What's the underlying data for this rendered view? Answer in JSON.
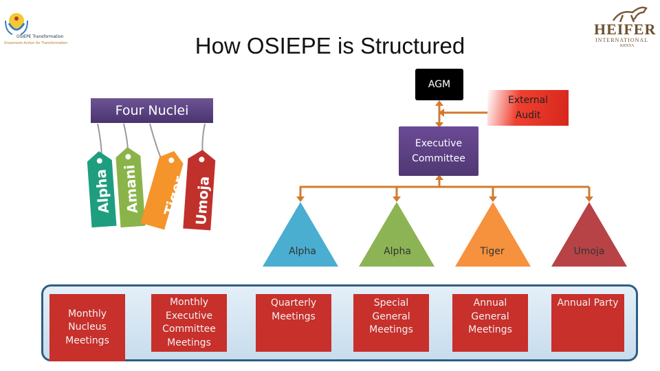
{
  "title": "How OSIEPE is Structured",
  "logos": {
    "left": {
      "name": "OSIEPE",
      "line1": "OSIEPE Transformation",
      "line2": "Grassroots Action for Transformation"
    },
    "right": {
      "line1": "HEIFER",
      "line2": "INTERNATIONAL",
      "line3": "KENYA"
    }
  },
  "agm": "AGM",
  "external_audit": {
    "line1": "External",
    "line2": "Audit"
  },
  "executive_committee": {
    "line1": "Executive",
    "line2": "Committee"
  },
  "four_nuclei": "Four Nuclei",
  "tags": [
    {
      "label": "Alpha",
      "color": "#1e9e7e"
    },
    {
      "label": "Amani",
      "color": "#8ab44a"
    },
    {
      "label": "Tiger",
      "color": "#f5942a"
    },
    {
      "label": "Umoja",
      "color": "#c0312c"
    }
  ],
  "triangles": [
    {
      "label": "Alpha",
      "color": "#4aaed0"
    },
    {
      "label": "Alpha",
      "color": "#8cb454"
    },
    {
      "label": "Tiger",
      "color": "#f6913e"
    },
    {
      "label": "Umoja",
      "color": "#b84347"
    }
  ],
  "meetings": [
    {
      "lines": [
        "Monthly",
        "Nucleus",
        "Meetings"
      ]
    },
    {
      "lines": [
        "Monthly",
        "Executive",
        "Committee",
        "Meetings"
      ]
    },
    {
      "lines": [
        "Quarterly",
        "Meetings"
      ]
    },
    {
      "lines": [
        "Special",
        "General",
        "Meetings"
      ]
    },
    {
      "lines": [
        "Annual",
        "General",
        "Meetings"
      ]
    },
    {
      "lines": [
        "Annual Party"
      ]
    }
  ],
  "colors": {
    "connector": "#d27a2e",
    "meeting_box": "#c7302b",
    "panel_border": "#2d5d82"
  }
}
